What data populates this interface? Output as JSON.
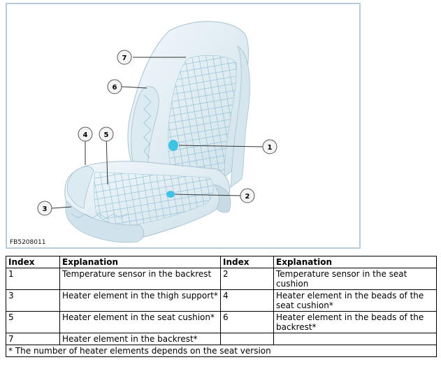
{
  "figure": {
    "code": "FB5208011",
    "callouts": [
      "1",
      "2",
      "3",
      "4",
      "5",
      "6",
      "7"
    ]
  },
  "table": {
    "headers": [
      "Index",
      "Explanation",
      "Index",
      "Explanation"
    ],
    "rows": [
      [
        "1",
        "Temperature sensor in the backrest",
        "2",
        "Temperature sensor in the seat cushion"
      ],
      [
        "3",
        "Heater element in the thigh support*",
        "4",
        "Heater element in the beads of the seat cushion*"
      ],
      [
        "5",
        "Heater element in the seat cushion*",
        "6",
        "Heater element in the beads of the backrest*"
      ],
      [
        "7",
        "Heater element in the backrest*",
        "",
        ""
      ]
    ],
    "footnote": "* The number of heater elements depends on the seat version"
  },
  "colors": {
    "frame_border": "#b9cbd8",
    "seat_fill": "#e3eef4",
    "grid_line": "#7fb9cf",
    "sensor": "#3ec3e6"
  }
}
